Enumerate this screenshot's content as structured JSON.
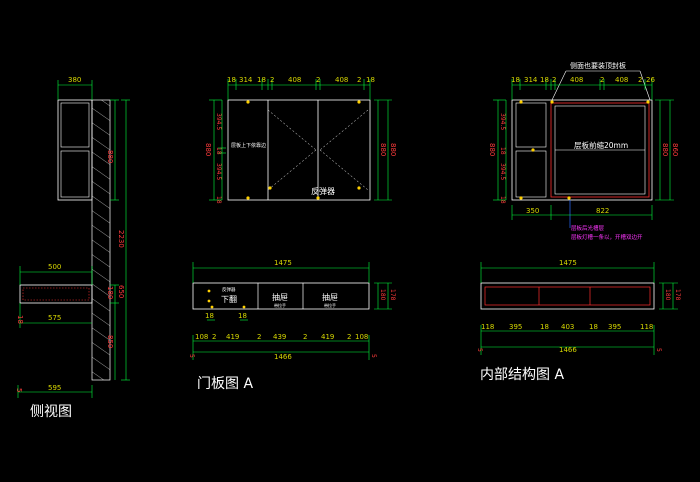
{
  "colors": {
    "background": "#000000",
    "dim_line": "#00ff3c",
    "dim_text": "#d8d800",
    "dim_text_red": "#ff3b3b",
    "outline": "#ffffff",
    "panel": "#ff3030",
    "hatch": "#c8c8c8",
    "note": "#ff36ff",
    "marker": "#ffd000",
    "leader": "#2a6bff"
  },
  "side_view": {
    "title": "侧视图",
    "dims": {
      "top_width": "380",
      "upper_height": "880",
      "total_height": "2230",
      "shelf_depth": "500",
      "shelf_height": "180",
      "mid_gap": "650",
      "shelf_inner": "575",
      "bottom_height": "850",
      "base_depth": "595",
      "left_offset": "18",
      "base_offset": "5"
    }
  },
  "door_view": {
    "title": "门板图 A",
    "dims_top": [
      "18",
      "314",
      "18",
      "2",
      "408",
      "2",
      "408",
      "2",
      "18"
    ],
    "dims_left": [
      "394.5",
      "18",
      "394.5",
      "18"
    ],
    "left_total": "880",
    "right_total": "880",
    "right_side": "880",
    "labels": {
      "left_note": "层板上下依靠边",
      "mirror": "反弹器"
    },
    "lower_top": "1475",
    "drawer_labels": {
      "left": "反弹器",
      "left_sub": "下翻",
      "d1": "抽屉",
      "d1_sub": "带拉手",
      "d2": "抽屉",
      "d2_sub": "带拉手"
    },
    "lower_right": [
      "180",
      "178"
    ],
    "lower_bottom_small": [
      "18",
      "18"
    ],
    "lower_bottom": [
      "108",
      "2",
      "419",
      "2",
      "439",
      "2",
      "419",
      "2",
      "108"
    ],
    "lower_total": "1466",
    "lower_edge": [
      "5",
      "5"
    ]
  },
  "internal_view": {
    "title": "内部结构图 A",
    "note_top": "侧面也要装顶封板",
    "dims_top": [
      "18",
      "314",
      "18",
      "2",
      "408",
      "2",
      "408",
      "2",
      "26"
    ],
    "dims_left": [
      "394.5",
      "18",
      "394.5",
      "18"
    ],
    "left_total": "880",
    "right_total": "880",
    "right_side": "860",
    "label_shelf": "层板前缩20mm",
    "dims_bottom": [
      "350",
      "822"
    ],
    "note_bottom_1": "层板后光槽层",
    "note_bottom_2": "层板灯槽一条以，开槽双边开",
    "lower_top": "1475",
    "lower_right": [
      "180",
      "178"
    ],
    "lower_bottom": [
      "118",
      "395",
      "18",
      "403",
      "18",
      "395",
      "118"
    ],
    "lower_total": "1466",
    "lower_edge": [
      "5",
      "5"
    ]
  }
}
